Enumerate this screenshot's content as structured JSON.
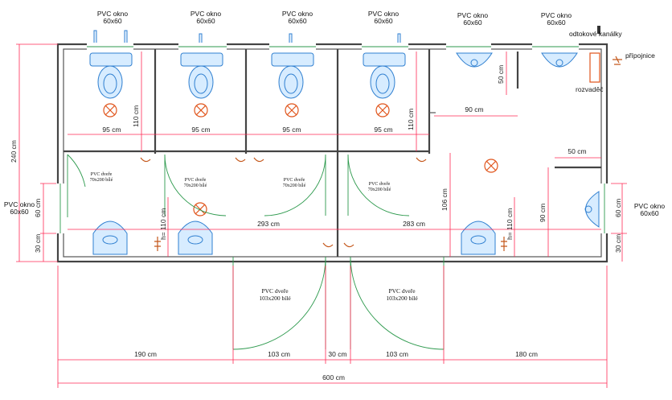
{
  "windows_top": [
    {
      "label": "PVC okno",
      "size": "60x60"
    },
    {
      "label": "PVC okno",
      "size": "60x60"
    },
    {
      "label": "PVC okno",
      "size": "60x60"
    },
    {
      "label": "PVC okno",
      "size": "60x60"
    },
    {
      "label": "PVC okno",
      "size": "60x60"
    },
    {
      "label": "PVC okno",
      "size": "60x60"
    }
  ],
  "window_left": {
    "label": "PVC okno",
    "size": "60x60"
  },
  "window_right": {
    "label": "PVC okno",
    "size": "60x60"
  },
  "labels": {
    "drain_channels": "odtokové kanálky",
    "connections": "přípojnice",
    "distribution": "rozvaděč"
  },
  "dimensions": {
    "cubicle_width": [
      "95 cm",
      "95 cm",
      "95 cm",
      "95 cm"
    ],
    "cubicle_depth_1": "110 cm",
    "cubicle_depth_2": "110 cm",
    "height_240": "240 cm",
    "d_50_top": "50 cm",
    "d_90_top": "90 cm",
    "d_50_right": "50 cm",
    "d_60_left": "60 cm",
    "d_30_left": "30 cm",
    "d_60_right": "60 cm",
    "d_30_right": "30 cm",
    "d_293": "293 cm",
    "d_283": "283 cm",
    "d_106": "106 cm",
    "d_90_right": "90 cm",
    "h110_left": "h= 110 cm",
    "h110_right": "h= 110 cm",
    "bottom_190": "190 cm",
    "bottom_103a": "103 cm",
    "bottom_30": "30 cm",
    "bottom_103b": "103 cm",
    "bottom_180": "180 cm",
    "total_600": "600 cm"
  },
  "doors_small": [
    {
      "line1": "PVC dveře",
      "line2": "70x200 bílé"
    },
    {
      "line1": "PVC dveře",
      "line2": "70x200 bílé"
    },
    {
      "line1": "PVC dveře",
      "line2": "70x200 bílé"
    },
    {
      "line1": "PVC dveře",
      "line2": "70x200 bílé"
    }
  ],
  "doors_large": [
    {
      "line1": "PVC dveře",
      "line2": "103x200 bílé"
    },
    {
      "line1": "PVC dveře",
      "line2": "103x200 bílé"
    }
  ],
  "colors": {
    "wall": "#444444",
    "dimension": "#ff2a55",
    "door": "#2e9a4e",
    "fixture": "#2f7fd0",
    "light": "#e0541b"
  }
}
